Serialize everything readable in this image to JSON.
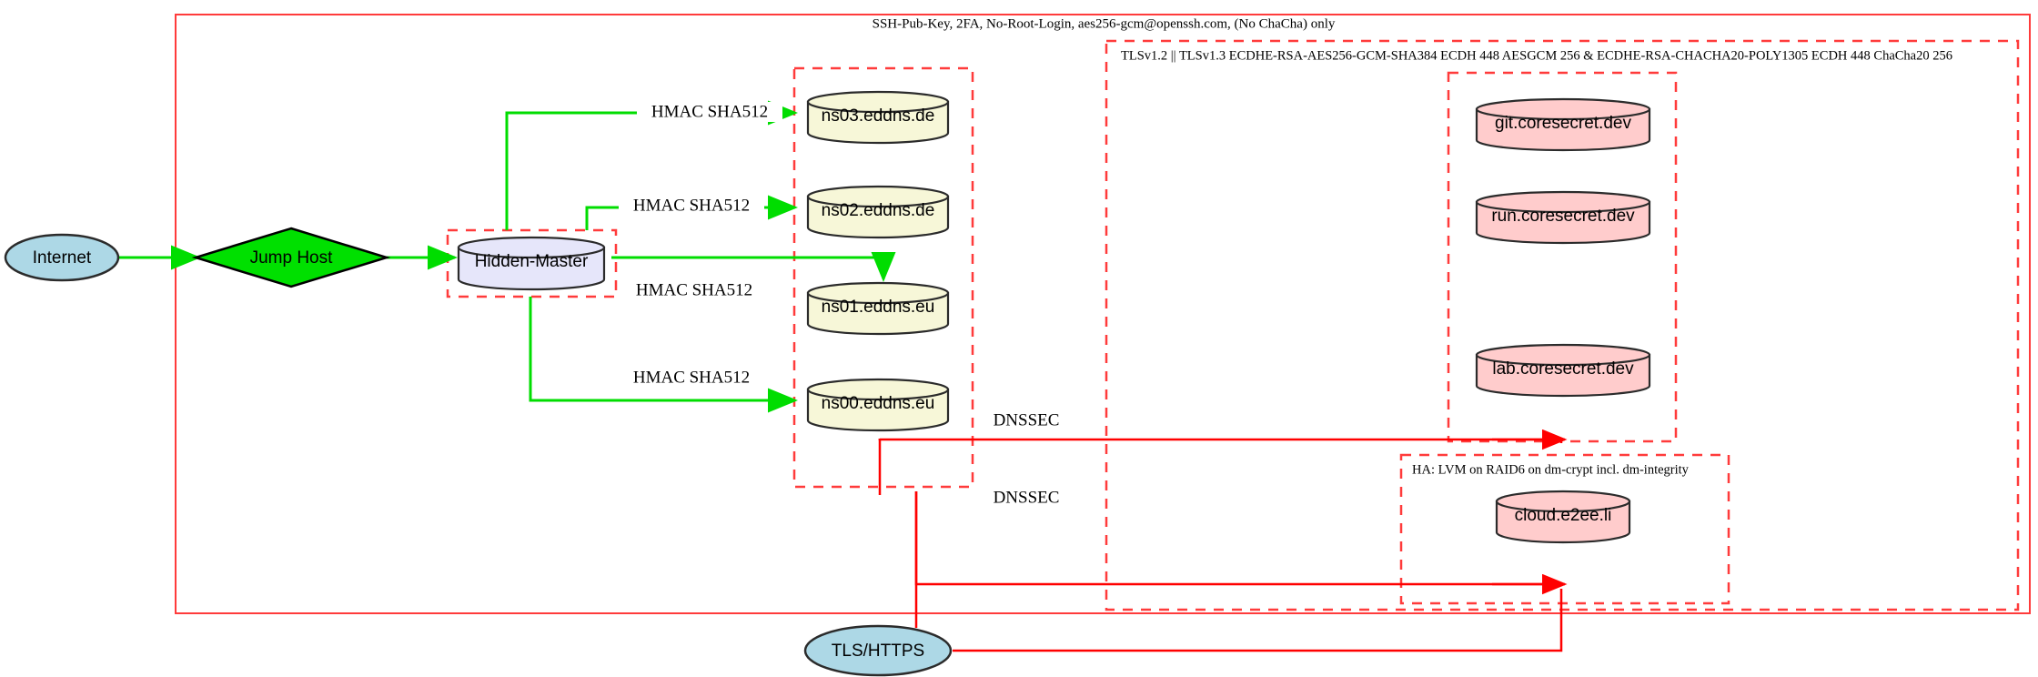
{
  "diagram": {
    "title_labels": {
      "ssh_boundary": "SSH-Pub-Key, 2FA, No-Root-Login, aes256-gcm@openssh.com, (No ChaCha) only",
      "tls_boundary": "TLSv1.2 || TLSv1.3 ECDHE-RSA-AES256-GCM-SHA384 ECDH 448 AESGCM 256 & ECDHE-RSA-CHACHA20-POLY1305 ECDH 448 ChaCha20 256",
      "ha_boundary": "HA: LVM on RAID6 on dm-crypt incl. dm-integrity"
    },
    "nodes": {
      "internet": "Internet",
      "jump_host": "Jump Host",
      "hidden_master": "Hidden-Master",
      "ns03": "ns03.eddns.de",
      "ns02": "ns02.eddns.de",
      "ns01": "ns01.eddns.eu",
      "ns00": "ns00.eddns.eu",
      "git": "git.coresecret.dev",
      "run": "run.coresecret.dev",
      "lab": "lab.coresecret.dev",
      "cloud": "cloud.e2ee.li",
      "tls_https": "TLS/HTTPS"
    },
    "edge_labels": {
      "hmac_ns03": "HMAC SHA512",
      "hmac_ns02": "HMAC SHA512",
      "hmac_ns01": "HMAC SHA512",
      "hmac_ns00": "HMAC SHA512",
      "dnssec_upper": "DNSSEC",
      "dnssec_lower": "DNSSEC"
    },
    "colors": {
      "boundary_red": "#ff2020",
      "edge_green": "#00dd00",
      "edge_red": "#ff0000",
      "ellipse_blue": "#add8e6",
      "diamond_green": "#00e000",
      "cylinder_lavender": "#e6e6fa",
      "cylinder_yellow": "#f5f5dc",
      "cylinder_pink": "#ffcccc",
      "stroke_dark": "#2b2b2b"
    }
  }
}
